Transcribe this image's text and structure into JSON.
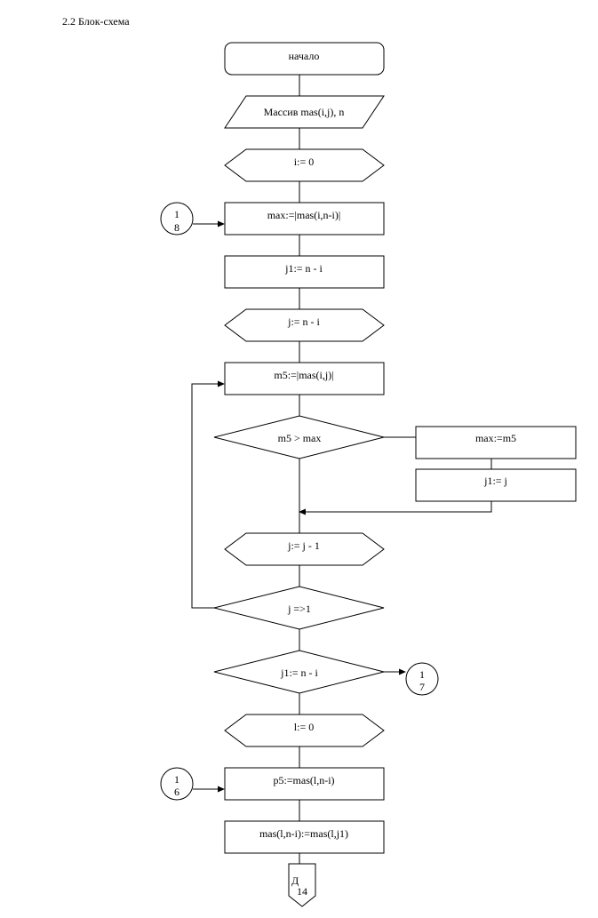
{
  "page": {
    "title": "2.2 Блок-схема"
  },
  "nodes": {
    "start": "начало",
    "input": "Массив mas(i,j), n",
    "loop_i": "i:= 0",
    "max_init": "max:=|mas(i,n-i)|",
    "j1_init": "j1:= n - i",
    "loop_j": "j:= n - i",
    "m5_assign": "m5:=|mas(i,j)|",
    "cond_max": "m5 > max",
    "max_update": "max:=m5",
    "j1_update": "j1:= j",
    "j_dec": "j:= j - 1",
    "cond_j": "j =>1",
    "cond_j1": "j1:= n - i",
    "l_init": "l:= 0",
    "p5_assign": "p5:=mas(l,n-i)",
    "swap": "mas(l,n-i):=mas(l,j1)"
  },
  "connectors": {
    "c18_top": "1",
    "c18_bottom": "8",
    "c17_top": "1",
    "c17_bottom": "7",
    "c16_top": "1",
    "c16_bottom": "6"
  },
  "offpage": {
    "top": "Д",
    "bottom": "14"
  }
}
